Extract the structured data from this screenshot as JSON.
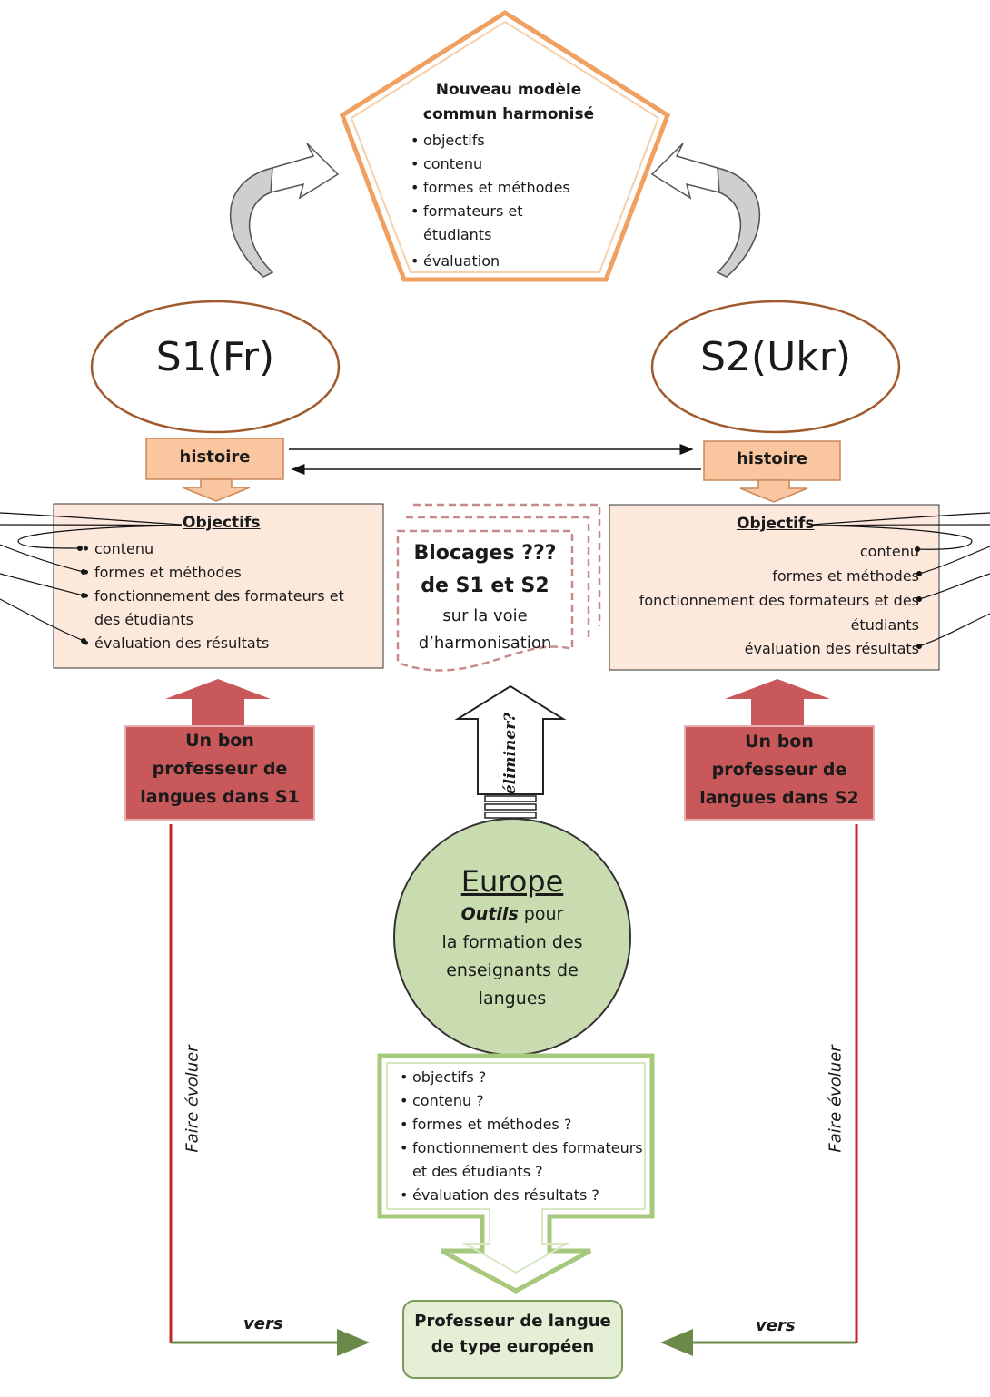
{
  "pentagon": {
    "title_line1": "Nouveau modèle",
    "title_line2": "commun harmonisé",
    "items": [
      "objectifs",
      "contenu",
      "formes et méthodes",
      "formateurs et étudiants",
      "évaluation"
    ]
  },
  "systems": {
    "left_label": "S1(Fr)",
    "right_label": "S2(Ukr)"
  },
  "histoire": {
    "left_label": "histoire",
    "right_label": "histoire"
  },
  "objectifs_left": {
    "title": "Objectifs",
    "items": [
      "contenu",
      "formes et méthodes",
      "fonctionnement des formateurs et des étudiants",
      "évaluation des résultats"
    ]
  },
  "objectifs_right": {
    "title": "Objectifs",
    "items": [
      "contenu",
      "formes et méthodes",
      "fonctionnement des formateurs et des étudiants",
      "évaluation des résultats"
    ]
  },
  "blocages": {
    "line1": "Blocages ???",
    "line2": "de S1 et S2",
    "line3": "sur la voie",
    "line4": "d’harmonisation"
  },
  "eliminer_label": "éliminer?",
  "bon_prof_left": {
    "line1": "Un bon",
    "line2": "professeur de",
    "line3": "langues dans S1"
  },
  "bon_prof_right": {
    "line1": "Un bon",
    "line2": "professeur de",
    "line3": "langues dans S2"
  },
  "europe": {
    "title": "Europe",
    "outils": "Outils",
    "pour": " pour",
    "line2": "la formation des",
    "line3": "enseignants de",
    "line4": "langues"
  },
  "questions": {
    "items": [
      "objectifs ?",
      "contenu ?",
      "formes et méthodes ?",
      "fonctionnement des formateurs et des étudiants ?",
      "évaluation des résultats ?"
    ]
  },
  "final": {
    "line1": "Professeur de langue",
    "line2": "de type européen"
  },
  "side_labels": {
    "faire_evoluer_left": "Faire évoluer",
    "faire_evoluer_right": "Faire évoluer",
    "vers_left": "vers",
    "vers_right": "vers"
  },
  "colors": {
    "pentagon_border": "#f0a060",
    "histoire_fill": "#fac6a0",
    "objectifs_fill": "#fde9dc",
    "red_box": "#c8585a",
    "red_line": "#c0262a",
    "green_circle": "#c9dcb0",
    "green_border": "#a6c97e",
    "blocages_border": "#c78a8a"
  }
}
